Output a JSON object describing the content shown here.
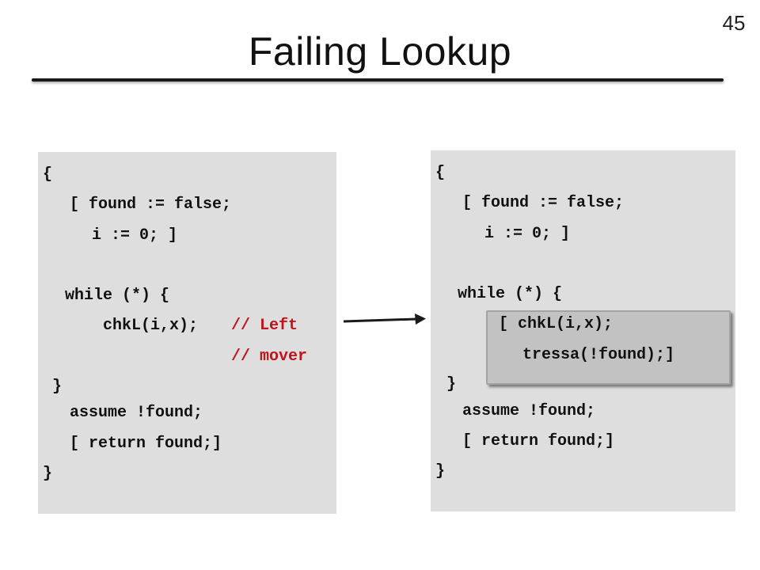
{
  "slide": {
    "page_number": "45",
    "title": "Failing Lookup"
  },
  "left_code": {
    "line1": "{",
    "line2": "[ found := false;",
    "line3": "i := 0; ]",
    "line4": "while (*) {",
    "line5": "chkL(i,x);",
    "line5_comment": "// Left",
    "line6_comment": "// mover",
    "line7": "}",
    "line8": "assume !found;",
    "line9": "[ return found;]",
    "line10": "}"
  },
  "right_code": {
    "line1": "{",
    "line2": "[ found := false;",
    "line3": "i := 0; ]",
    "line4": "while (*) {",
    "line5": "[ chkL(i,x);",
    "line6": "tressa(!found);]",
    "line7": "}",
    "line8": "assume !found;",
    "line9": "[ return found;]",
    "line10": "}"
  },
  "colors": {
    "panel_background": "#dedede",
    "highlight_background": "#c2c2c2",
    "comment_text": "#c0141a"
  }
}
